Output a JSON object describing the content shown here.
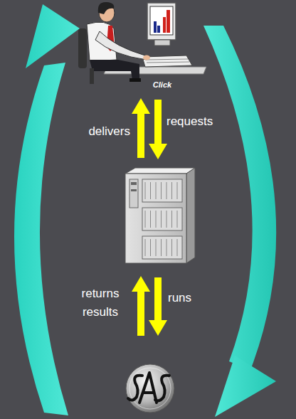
{
  "diagram": {
    "labels": [
      "Click",
      "delivers",
      "requests",
      "returns results",
      "runs"
    ]
  }
}
